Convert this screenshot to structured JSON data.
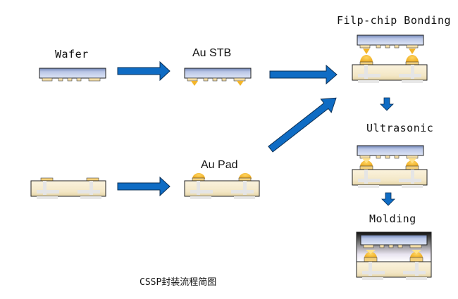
{
  "title": "CSSP封装流程简图",
  "steps": {
    "wafer": "Wafer",
    "au_stb": "Au STB",
    "au_pad": "Au Pad",
    "flip_chip": "Filp-chip Bonding",
    "ultrasonic": "Ultrasonic",
    "molding": "Molding"
  },
  "colors": {
    "arrow": "#0f6cc4",
    "chip_top": "#aebde0",
    "substrate": "#f6ecd2",
    "gold": "#f3b52a",
    "pad": "#f5dfa8"
  }
}
